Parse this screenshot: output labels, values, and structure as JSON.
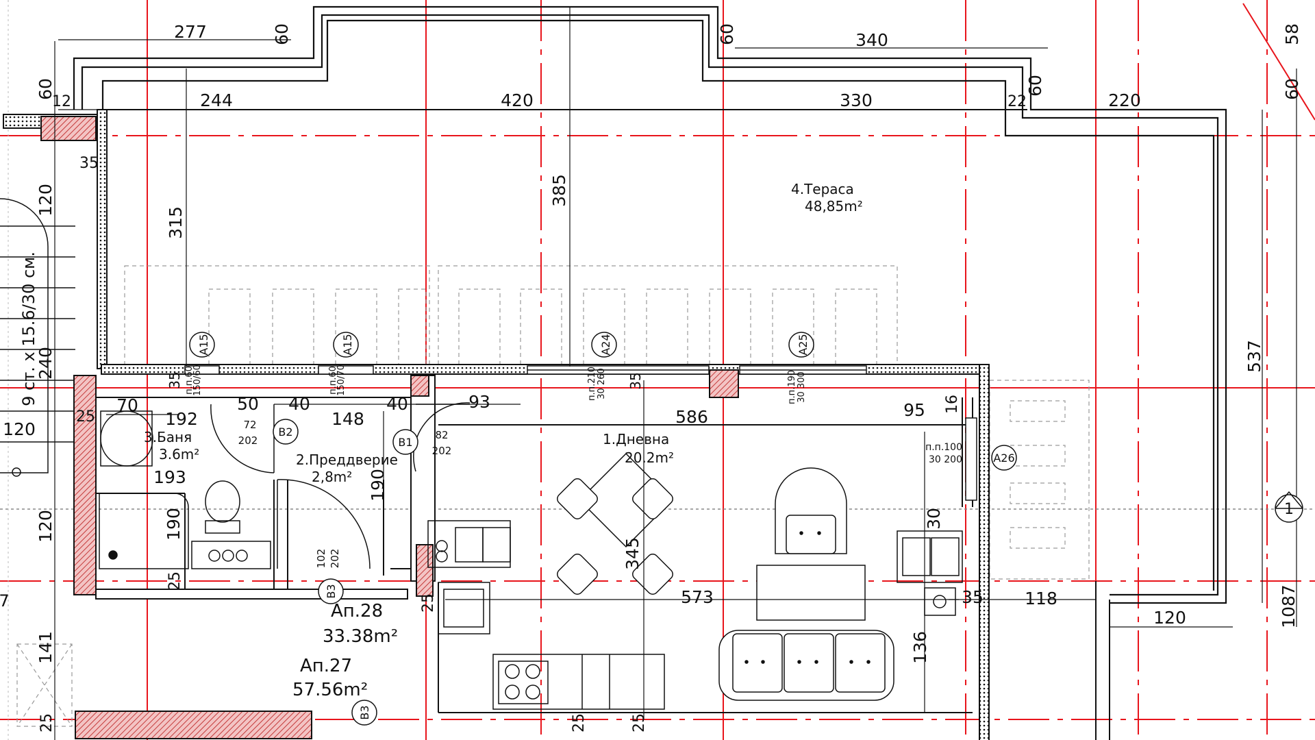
{
  "colors": {
    "axis": "#e8141b",
    "wall": "#111111",
    "hatch": "#c43a3a",
    "dash": "#999999"
  },
  "rooms": {
    "terrace": {
      "name": "4.Тераса",
      "area": "48,85m²"
    },
    "living": {
      "name": "1.Дневна",
      "area": "20.2m²"
    },
    "hall": {
      "name": "2.Преддверие",
      "area": "2,8m²"
    },
    "bath": {
      "name": "3.Баня",
      "area": "3.6m²"
    },
    "apt28": {
      "name": "Ап.28",
      "area": "33.38m²"
    },
    "apt27": {
      "name": "Ап.27",
      "area": "57.56m²"
    }
  },
  "stairs_note": "9 ст. х 15.6/30 см.",
  "section_marker": "1",
  "dimensions": {
    "d277": "277",
    "d60a": "60",
    "d60b": "60",
    "d340": "340",
    "d58": "58",
    "d60c": "60",
    "d60d": "60",
    "d12": "12",
    "d244": "244",
    "d420": "420",
    "d330": "330",
    "d22": "22",
    "d60e": "60",
    "d220": "220",
    "d35a": "35",
    "d120a": "120",
    "d315": "315",
    "d385": "385",
    "d537": "537",
    "d240": "240",
    "d35b": "35",
    "d70": "70",
    "d50": "50",
    "d40a": "40",
    "d40b": "40",
    "d93": "93",
    "d192": "192",
    "d148": "148",
    "d586": "586",
    "d95": "95",
    "d16": "16",
    "d120b": "120",
    "d25a": "25",
    "d193": "193",
    "d190a": "190",
    "d190b": "190",
    "d30": "30",
    "d120c": "120",
    "d345": "345",
    "d573": "573",
    "d35c": "35",
    "d118": "118",
    "d120d": "120",
    "d1087": "1087",
    "d25b": "25",
    "d25c": "25",
    "d141": "141",
    "d136": "136",
    "d25d": "25",
    "d25e": "25",
    "d25f": "25",
    "d35d": "35",
    "d7": "7"
  },
  "openings": {
    "a15a": {
      "label": "A15",
      "size": "п.п.60",
      "size2": "150/60"
    },
    "a15b": {
      "label": "A15",
      "size": "п.п.60",
      "size2": "150/70"
    },
    "a24": {
      "label": "A24",
      "size": "п.п.210",
      "size2": "30 260"
    },
    "a25": {
      "label": "A25",
      "size": "п.п.190",
      "size2": "30 300"
    },
    "a26": {
      "label": "A26",
      "size": "п.п.100",
      "size2": "30 200"
    },
    "b1": {
      "label": "B1",
      "w": "82",
      "h": "202"
    },
    "b2": {
      "label": "B2",
      "w": "72",
      "h": "202"
    },
    "b3a": {
      "label": "B3",
      "w": "102",
      "h": "202"
    },
    "b3b": {
      "label": "B3"
    }
  }
}
